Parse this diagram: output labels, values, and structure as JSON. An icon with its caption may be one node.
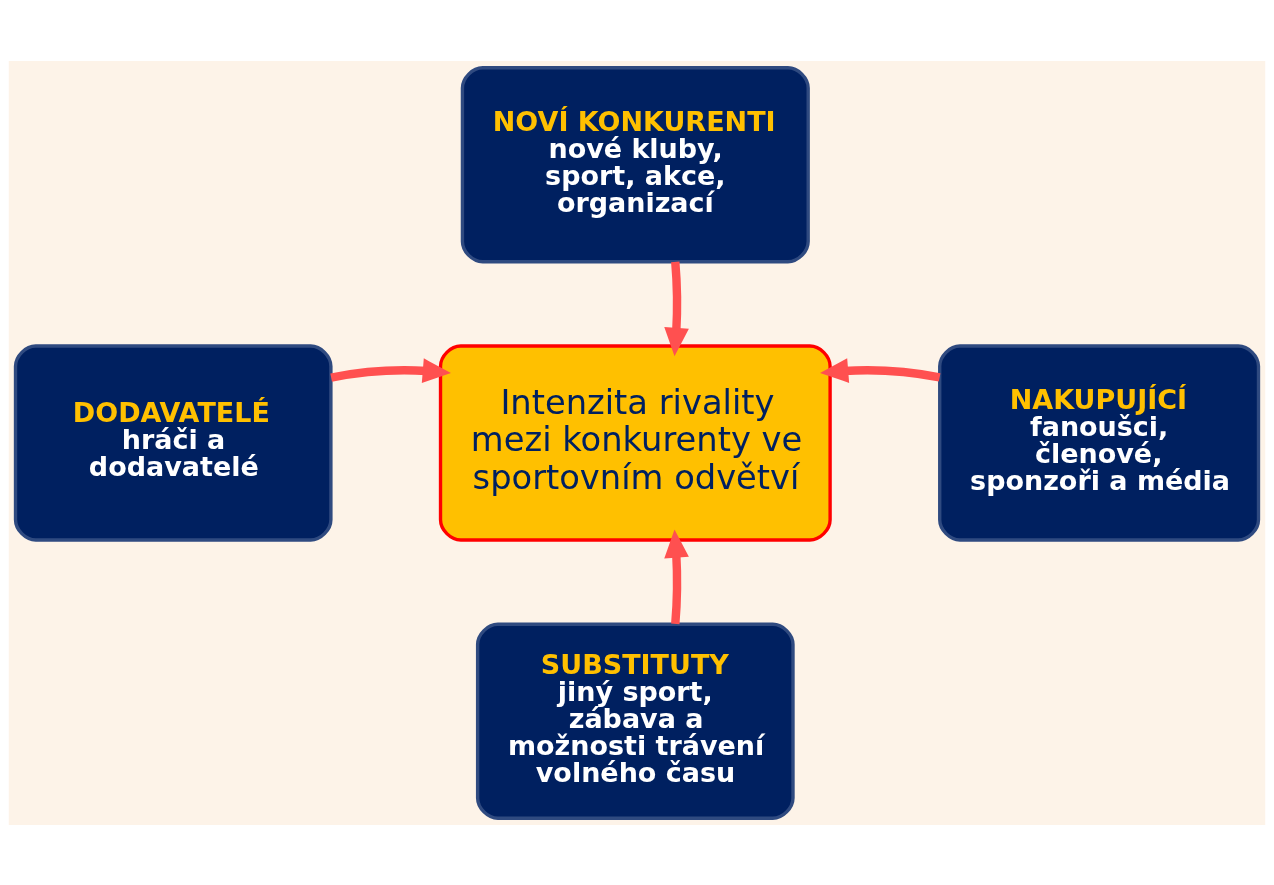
{
  "diagram": {
    "nodes": [
      {
        "text": [
          "Intenzita rivality mezi konkurenty ve sportovním odvětví"
        ]
      },
      {
        "text": [
          "NOVÍ KONKURENTI",
          "nové kluby, sport, akce, organizací"
        ]
      },
      {
        "text": [
          "DODAVATELÉ",
          "hráči a dodavatelé"
        ]
      },
      {
        "text": [
          "NAKUPUJÍCÍ",
          "fanoušci, členové, sponzoři a média"
        ]
      },
      {
        "text": [
          "SUBSTITUTY",
          "jiný sport, zábava a možnosti trávení volného času"
        ]
      }
    ],
    "edges": [
      {
        "from": 1,
        "to": 0,
        "arrow": "to"
      },
      {
        "from": 2,
        "to": 0,
        "arrow": "to"
      },
      {
        "from": 3,
        "to": 0,
        "arrow": "to"
      },
      {
        "from": 4,
        "to": 0,
        "arrow": "to"
      }
    ]
  }
}
